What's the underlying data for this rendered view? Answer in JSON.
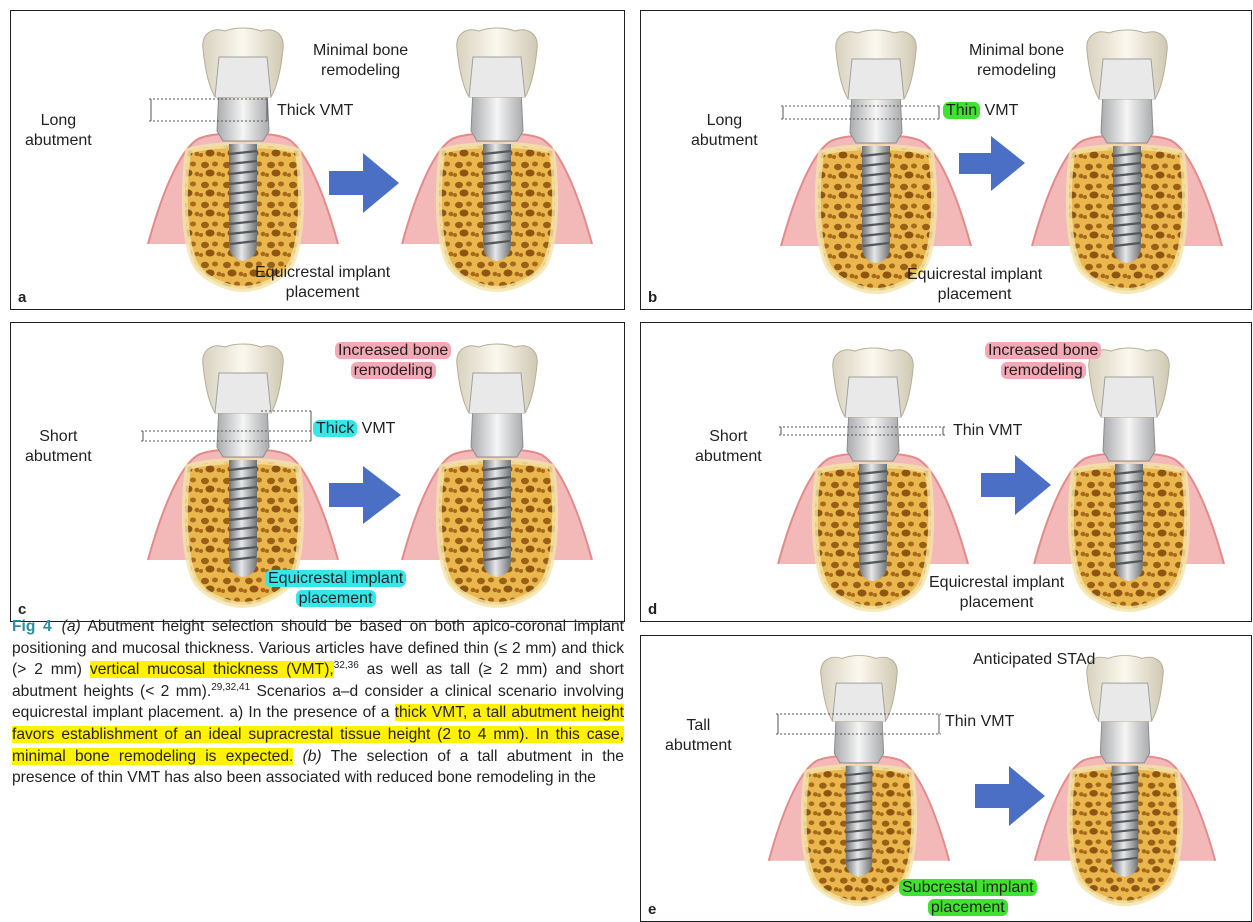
{
  "panels": {
    "a": {
      "letter": "a",
      "abutment_label": "Long\nabutment",
      "top_label": "Minimal bone\nremodeling",
      "vmt_label": "Thick VMT",
      "bottom_label": "Equicrestal implant\nplacement"
    },
    "b": {
      "letter": "b",
      "abutment_label": "Long\nabutment",
      "top_label": "Minimal bone\nremodeling",
      "vmt_highlight": "Thin",
      "vmt_rest": " VMT",
      "bottom_label": "Equicrestal implant\nplacement"
    },
    "c": {
      "letter": "c",
      "abutment_label": "Short\nabutment",
      "top_label_line1": "Increased bone",
      "top_label_line2": "remodeling",
      "vmt_highlight": "Thick",
      "vmt_rest": " VMT",
      "bottom_line1": "Equicrestal implant",
      "bottom_line2": "placement"
    },
    "d": {
      "letter": "d",
      "abutment_label": "Short\nabutment",
      "top_label_line1": "Increased bone",
      "top_label_line2": "remodeling",
      "vmt_label": "Thin VMT",
      "bottom_label": "Equicrestal implant\nplacement"
    },
    "e": {
      "letter": "e",
      "abutment_label": "Tall\nabutment",
      "top_label": "Anticipated STAd",
      "vmt_label": "Thin VMT",
      "bottom_line1": "Subcrestal implant",
      "bottom_line2": "placement"
    }
  },
  "caption": {
    "fig_label": "Fig 4",
    "s1": "(a)",
    "t1": " Abutment height selection should be based on both apico-coronal implant positioning and mucosal thickness. Various articles have defined thin (≤ 2 mm) and thick (> 2 mm) ",
    "h1": "vertical mucosal thickness (VMT),",
    "r1": "32,36",
    "t2": " as well as tall (≥ 2 mm) and short abutment heights (< 2 mm).",
    "r2": "29,32,41",
    "t3": " Scenarios a–d consider a clinical scenario involving equicrestal implant placement. a) In the presence of a ",
    "h2": "thick VMT, a tall abutment height favors establishment of an ideal supracrestal tissue height (2 to 4 mm). In this case, minimal bone remodeling is expected.",
    "s2": "(b)",
    "t4": " The selection of a tall abutment in the presence of thin VMT has also been associated with reduced bone remodeling in the"
  }
}
